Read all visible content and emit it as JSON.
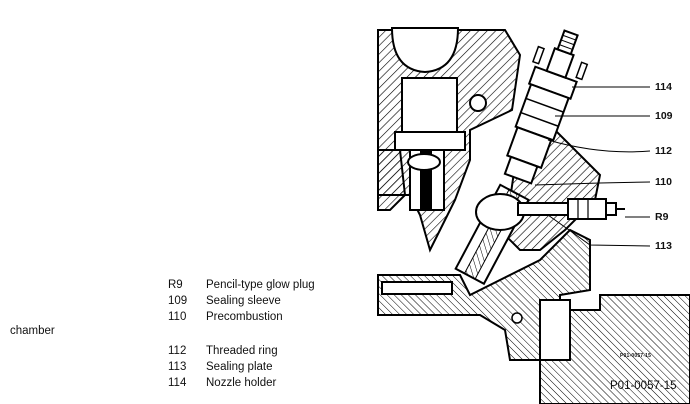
{
  "legend": [
    {
      "code": "R9",
      "text": "Pencil-type glow plug"
    },
    {
      "code": "109",
      "text": "Sealing sleeve"
    },
    {
      "code": "110",
      "text": "Precombustion"
    },
    {
      "code": "112",
      "text": "Threaded ring"
    },
    {
      "code": "113",
      "text": "Sealing plate"
    },
    {
      "code": "114",
      "text": "Nozzle holder"
    }
  ],
  "wrapped_word": "chamber",
  "callouts": [
    "114",
    "109",
    "112",
    "110",
    "R9",
    "113"
  ],
  "figure_ref_small": "P01-0057-15",
  "figure_ref": "P01-0057-15"
}
